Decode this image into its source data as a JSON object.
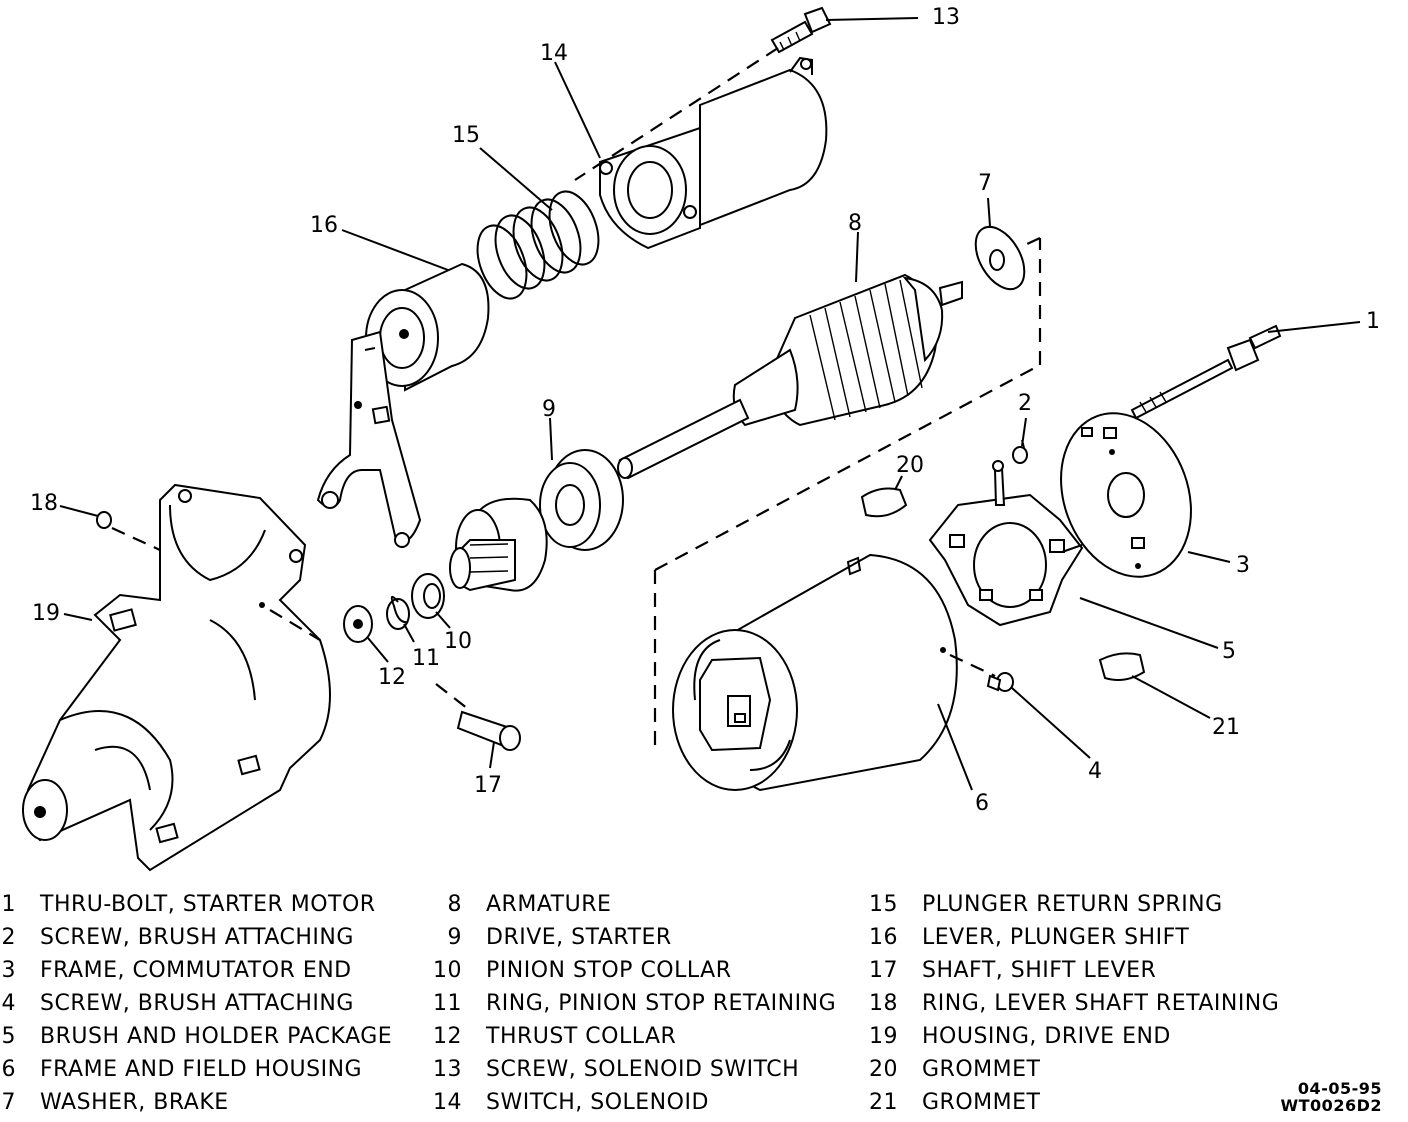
{
  "diagram": {
    "callouts": [
      "1",
      "2",
      "3",
      "4",
      "5",
      "6",
      "7",
      "8",
      "9",
      "10",
      "11",
      "12",
      "13",
      "14",
      "15",
      "16",
      "17",
      "18",
      "19",
      "20",
      "21"
    ]
  },
  "legend": {
    "columns": [
      [
        {
          "num": "1",
          "label": "THRU-BOLT, STARTER MOTOR"
        },
        {
          "num": "2",
          "label": "SCREW, BRUSH ATTACHING"
        },
        {
          "num": "3",
          "label": "FRAME, COMMUTATOR END"
        },
        {
          "num": "4",
          "label": "SCREW, BRUSH ATTACHING"
        },
        {
          "num": "5",
          "label": "BRUSH AND HOLDER PACKAGE"
        },
        {
          "num": "6",
          "label": "FRAME AND FIELD HOUSING"
        },
        {
          "num": "7",
          "label": "WASHER, BRAKE"
        }
      ],
      [
        {
          "num": "8",
          "label": "ARMATURE"
        },
        {
          "num": "9",
          "label": "DRIVE, STARTER"
        },
        {
          "num": "10",
          "label": "PINION STOP COLLAR"
        },
        {
          "num": "11",
          "label": "RING, PINION STOP RETAINING"
        },
        {
          "num": "12",
          "label": "THRUST COLLAR"
        },
        {
          "num": "13",
          "label": "SCREW, SOLENOID SWITCH"
        },
        {
          "num": "14",
          "label": "SWITCH, SOLENOID"
        }
      ],
      [
        {
          "num": "15",
          "label": "PLUNGER RETURN SPRING"
        },
        {
          "num": "16",
          "label": "LEVER, PLUNGER SHIFT"
        },
        {
          "num": "17",
          "label": "SHAFT, SHIFT LEVER"
        },
        {
          "num": "18",
          "label": "RING, LEVER SHAFT RETAINING"
        },
        {
          "num": "19",
          "label": "HOUSING, DRIVE END"
        },
        {
          "num": "20",
          "label": "GROMMET"
        },
        {
          "num": "21",
          "label": "GROMMET"
        }
      ]
    ],
    "date_code": "04-05-95",
    "figure_code": "WT0026D2"
  }
}
